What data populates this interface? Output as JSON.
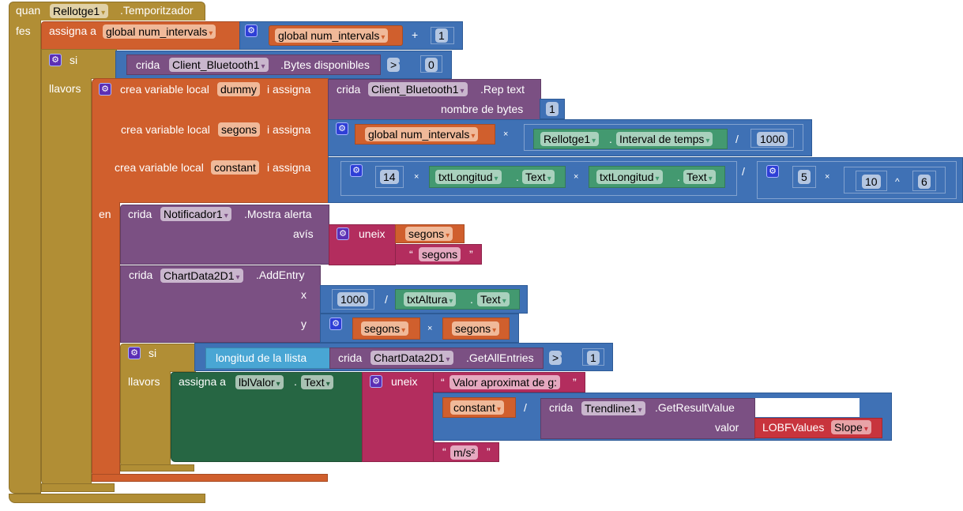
{
  "event": {
    "keyword_when": "quan",
    "component": "Rellotge1",
    "event_name": ".Temporitzador",
    "keyword_do": "fes"
  },
  "set_global": {
    "keyword": "assigna a",
    "var": "global num_intervals",
    "get_var": "global num_intervals",
    "op": "+",
    "num": "1"
  },
  "if1": {
    "keyword_if": "si",
    "keyword_then": "llavors",
    "call_kw": "crida",
    "component": "Client_Bluetooth1",
    "method": ".Bytes disponibles",
    "op": ">",
    "num": "0"
  },
  "local": {
    "kw_create": "crea variable local",
    "kw_assign": "i assigna",
    "kw_in": "en",
    "vars": [
      {
        "name": "dummy"
      },
      {
        "name": "segons"
      },
      {
        "name": "constant"
      }
    ],
    "dummy_expr": {
      "call_kw": "crida",
      "component": "Client_Bluetooth1",
      "method": ".Rep text",
      "param": "nombre de bytes",
      "num": "1"
    },
    "segons_expr": {
      "get_var": "global num_intervals",
      "op_mul": "×",
      "component": "Rellotge1",
      "dot": ".",
      "property": "Interval de temps",
      "op_div": "/",
      "num": "1000"
    },
    "constant_expr": {
      "num14": "14",
      "op_mul": "×",
      "comp1": "txtLongitud",
      "prop1": "Text",
      "comp2": "txtLongitud",
      "prop2": "Text",
      "dot": ".",
      "op_div": "/",
      "num5": "5",
      "num10": "10",
      "op_pow": "^",
      "num6": "6"
    }
  },
  "alert": {
    "call_kw": "crida",
    "component": "Notificador1",
    "method": ".Mostra alerta",
    "param": "avís",
    "join": "uneix",
    "get_var": "segons",
    "text": "segons",
    "quote_open": "“",
    "quote_close": "”"
  },
  "add_entry": {
    "call_kw": "crida",
    "component": "ChartData2D1",
    "method": ".AddEntry",
    "param_x": "x",
    "param_y": "y",
    "num": "1000",
    "op_div": "/",
    "comp": "txtAltura",
    "prop": "Text",
    "dot": ".",
    "var1": "segons",
    "op_mul": "×",
    "var2": "segons"
  },
  "if2": {
    "keyword_if": "si",
    "keyword_then": "llavors",
    "list_len": "longitud de la  llista",
    "call_kw": "crida",
    "component": "ChartData2D1",
    "method": ".GetAllEntries",
    "op": ">",
    "num": "1",
    "set_kw": "assigna a",
    "set_comp": "lblValor",
    "set_prop": "Text",
    "dot": ".",
    "join": "uneix",
    "text1": "Valor aproximat de g:",
    "get_var": "constant",
    "op_div": "/",
    "call_kw2": "crida",
    "trend_comp": "Trendline1",
    "trend_method": ".GetResultValue",
    "trend_param": "valor",
    "lobf": "LOBFValues",
    "lobf_opt": "Slope",
    "text2": "m/s²",
    "quote_open": "“",
    "quote_close": "”"
  },
  "icons": {
    "dropdown": "▾",
    "gear": "⚙"
  }
}
